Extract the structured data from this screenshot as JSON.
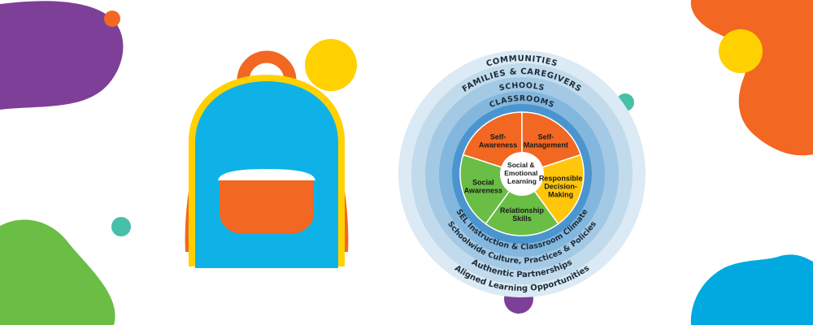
{
  "colors": {
    "purple": "#7e3f98",
    "orange": "#f26722",
    "yellow": "#ffd100",
    "green": "#6abd45",
    "teal": "#47bfa9",
    "blue": "#00a9e0",
    "backpack_blue": "#0fb2e7",
    "ring_outer": "#dbeaf4",
    "ring_2": "#c1dbec",
    "ring_3": "#a3c9e4",
    "ring_4": "#84b7dd",
    "ring_inner": "#4a95cf",
    "wedge_self_awareness": "#f26722",
    "wedge_self_management": "#f26722",
    "wedge_responsible": "#ffc60b",
    "wedge_relationship": "#6abd45",
    "wedge_social": "#6abd45"
  },
  "icons": {
    "backpack": "backpack-icon"
  },
  "framework": {
    "rings_top": [
      "COMMUNITIES",
      "FAMILIES & CAREGIVERS",
      "SCHOOLS",
      "CLASSROOMS"
    ],
    "rings_bottom": [
      "SEL Instruction & Classroom Climate",
      "Schoolwide Culture, Practices & Policies",
      "Authentic Partnerships",
      "Aligned Learning Opportunities"
    ],
    "center_lines": [
      "Social &",
      "Emotional",
      "Learning"
    ],
    "competencies": [
      {
        "lines": [
          "Self-",
          "Awareness"
        ]
      },
      {
        "lines": [
          "Self-",
          "Management"
        ]
      },
      {
        "lines": [
          "Responsible",
          "Decision-",
          "Making"
        ]
      },
      {
        "lines": [
          "Relationship",
          "Skills"
        ]
      },
      {
        "lines": [
          "Social",
          "Awareness"
        ]
      }
    ]
  }
}
